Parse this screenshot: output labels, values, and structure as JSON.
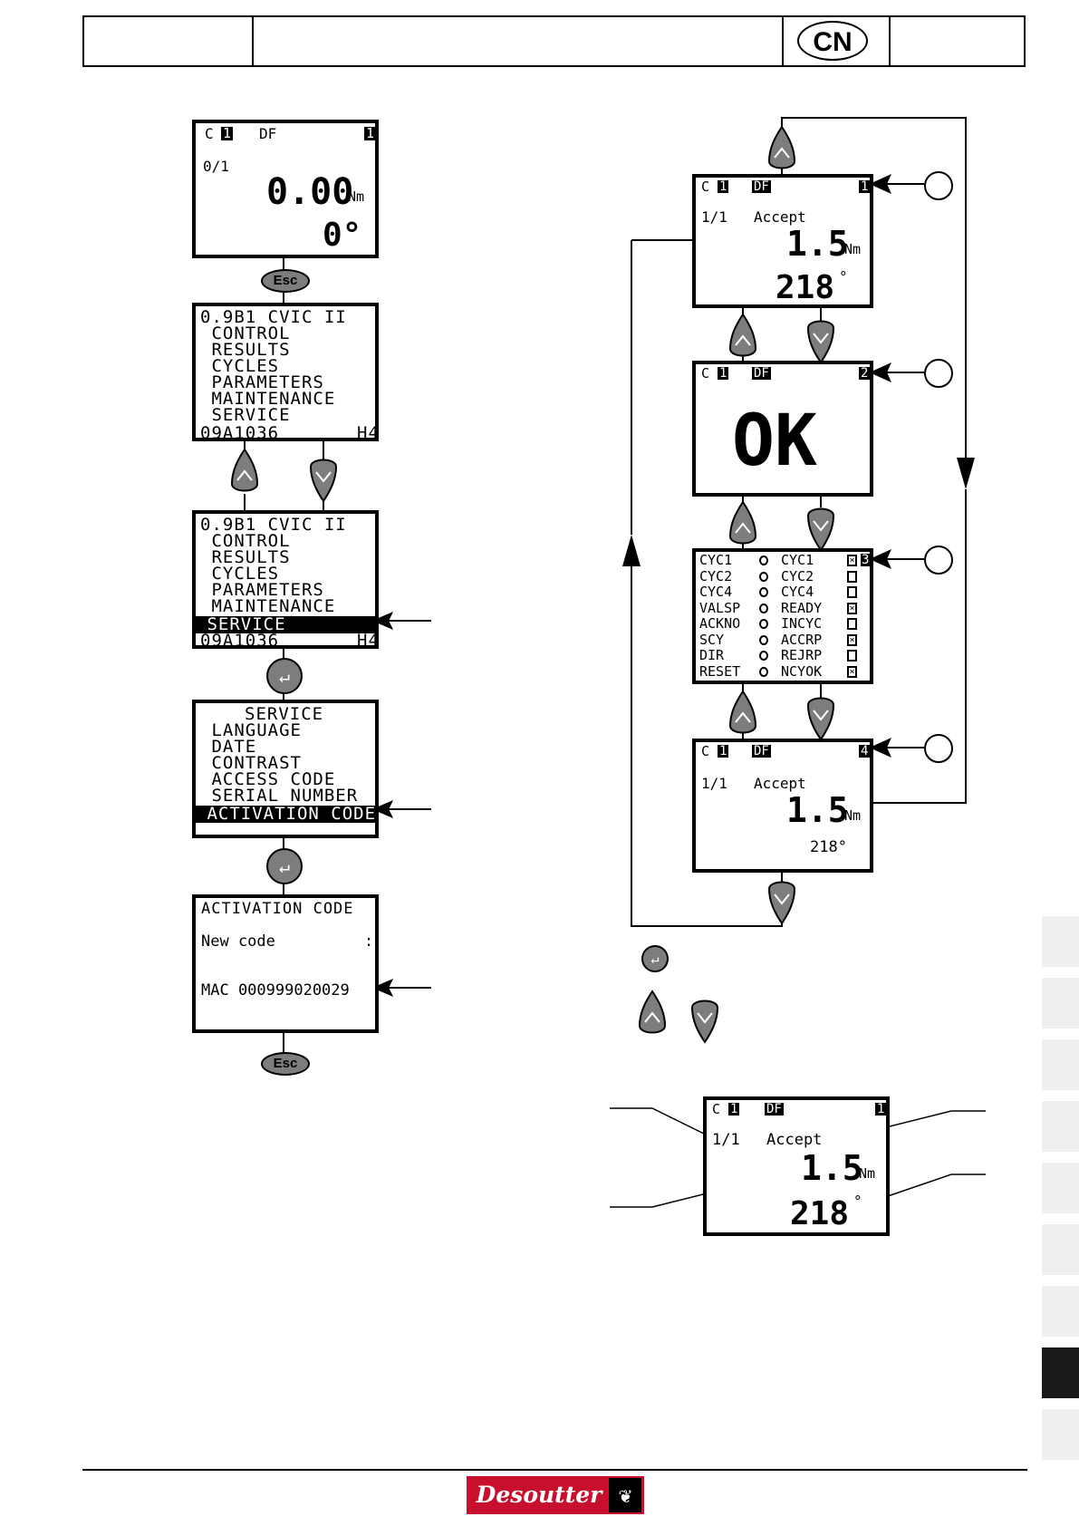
{
  "header": {
    "language_badge": "CN"
  },
  "left_flow": {
    "screen1": {
      "top_left": "C",
      "mark": "1",
      "mode": "DF",
      "page": "1",
      "count": "0/1",
      "torque": "0.00",
      "torque_unit": "Nm",
      "angle": "0°"
    },
    "esc_label": "Esc",
    "main_menu": {
      "lines": [
        "0.9B1 CVIC II",
        " CONTROL",
        " RESULTS",
        " CYCLES",
        " PARAMETERS",
        " MAINTENANCE",
        " SERVICE"
      ],
      "footer_left": "09A1036",
      "footer_right": "H4"
    },
    "main_menu_selected": {
      "lines": [
        "0.9B1 CVIC II",
        " CONTROL",
        " RESULTS",
        " CYCLES",
        " PARAMETERS",
        " MAINTENANCE"
      ],
      "selected": " SERVICE",
      "footer_left": "09A1036",
      "footer_right": "H4"
    },
    "service_menu": {
      "title": "SERVICE",
      "lines": [
        " LANGUAGE",
        " DATE",
        " CONTRAST",
        " ACCESS CODE",
        " SERIAL NUMBER"
      ],
      "selected": " ACTIVATION CODE"
    },
    "activation_screen": {
      "title": "ACTIVATION CODE",
      "new_code_label": "New code",
      "new_code_sep": ":",
      "mac_line": "MAC 000999020029"
    },
    "esc_label_2": "Esc"
  },
  "right_flow": {
    "result1": {
      "top_left": "C",
      "mark": "1",
      "mode": "DF",
      "page": "1",
      "count": "1/1",
      "status": "Accept",
      "torque": "1.5",
      "torque_unit": "Nm",
      "angle": "218",
      "angle_unit": "°"
    },
    "ok_screen": {
      "top_left": "C",
      "mark": "1",
      "mode": "DF",
      "page": "2",
      "text": "OK"
    },
    "io_screen": {
      "page": "3",
      "rows": [
        {
          "left": "CYC1",
          "right": "CYC1",
          "checked": true
        },
        {
          "left": "CYC2",
          "right": "CYC2",
          "checked": false
        },
        {
          "left": "CYC4",
          "right": "CYC4",
          "checked": false
        },
        {
          "left": "VALSP",
          "right": "READY",
          "checked": true
        },
        {
          "left": "ACKNO",
          "right": "INCYC",
          "checked": false
        },
        {
          "left": "SCY",
          "right": "ACCRP",
          "checked": true
        },
        {
          "left": "DIR",
          "right": "REJRP",
          "checked": false
        },
        {
          "left": "RESET",
          "right": "NCYOK",
          "checked": true
        }
      ]
    },
    "result4": {
      "top_left": "C",
      "mark": "1",
      "mode": "DF",
      "page": "4",
      "count": "1/1",
      "status": "Accept",
      "torque": "1.5",
      "torque_unit": "Nm",
      "angle": "218°"
    }
  },
  "detail_screen": {
    "top_left": "C",
    "mark": "1",
    "mode": "DF",
    "page": "1",
    "count": "1/1",
    "status": "Accept",
    "torque": "1.5",
    "torque_unit": "Nm",
    "angle": "218",
    "angle_unit": "°"
  },
  "footer": {
    "brand": "Desoutter"
  }
}
